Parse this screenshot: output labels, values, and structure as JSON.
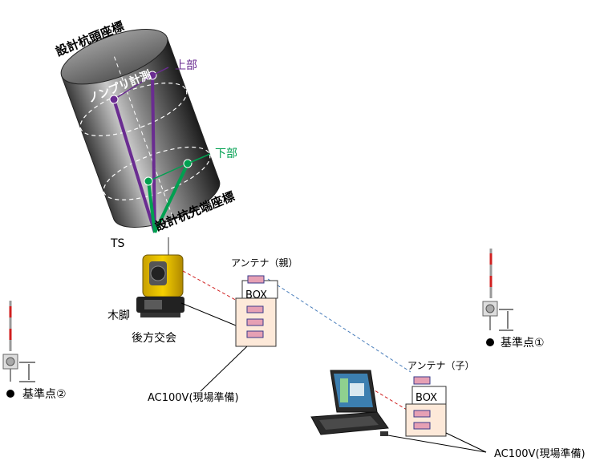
{
  "pile": {
    "head_label": "設計杭頭座標",
    "tip_label": "設計杭先端座標",
    "method_label": "ノンプリ計測",
    "upper_label": "上部",
    "lower_label": "下部"
  },
  "station": {
    "ts_label": "TS",
    "tripod_label": "木脚",
    "resection_label": "後方交会"
  },
  "parent_box": {
    "antenna_label": "アンテナ（親）",
    "box_label": "BOX",
    "power_label": "AC100V(現場準備)"
  },
  "child_box": {
    "antenna_label": "アンテナ（子）",
    "box_label": "BOX",
    "power_label": "AC100V(現場準備)"
  },
  "reference_points": {
    "point1_label": "基準点①",
    "point2_label": "基準点②"
  },
  "colors": {
    "upper": "#6a2c91",
    "lower": "#00a050",
    "radio_link": "#4a7ebb",
    "cable": "#d02020",
    "box_fill": "#fde9d9",
    "slot_fill": "#e6a0b4",
    "slot_stroke": "#3a3a8a"
  }
}
